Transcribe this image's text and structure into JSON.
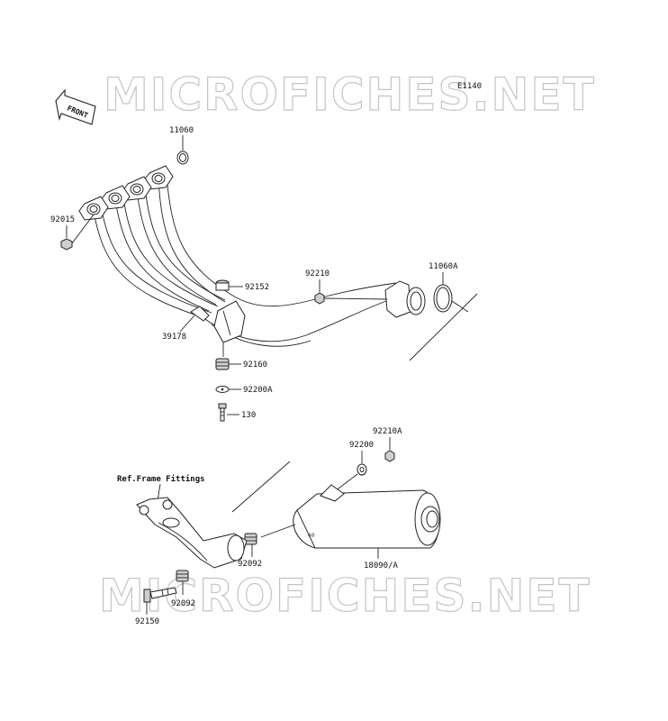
{
  "diagram_code": "E1140",
  "front_label": "FRONT",
  "watermark": "MICROFICHES.NET",
  "ref_note": "Ref.Frame Fittings",
  "parts": {
    "p11060": "11060",
    "p92015": "92015",
    "p92210": "92210",
    "p11060A": "11060A",
    "p92152": "92152",
    "p39178": "39178",
    "p92160": "92160",
    "p92200A": "92200A",
    "p130": "130",
    "p92210A": "92210A",
    "p92200": "92200",
    "p92092a": "92092",
    "p18090A": "18090/A",
    "p92092b": "92092",
    "p92150": "92150"
  },
  "muffler_mark": "40"
}
